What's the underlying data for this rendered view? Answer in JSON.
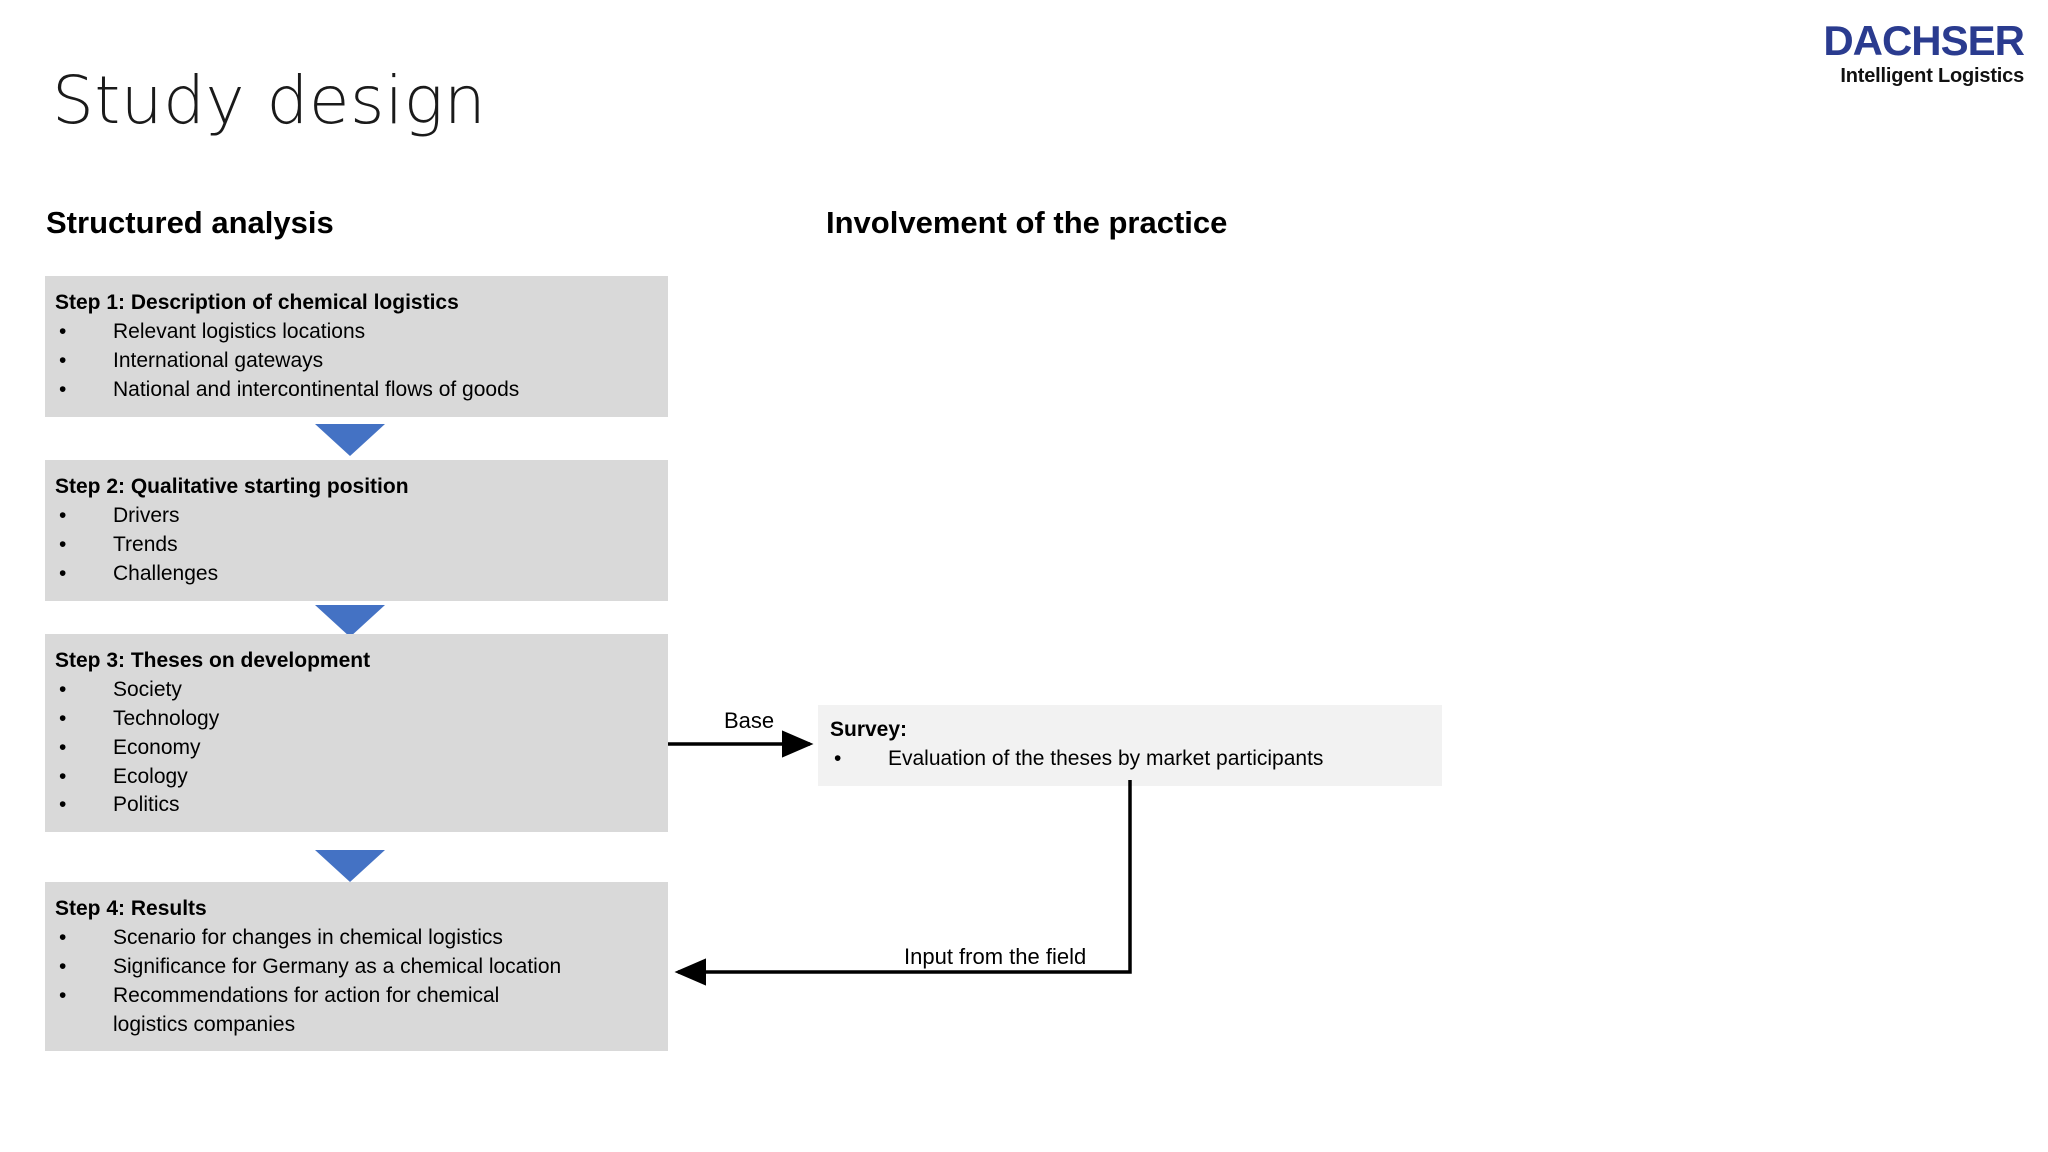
{
  "brand": {
    "name": "DACHSER",
    "tagline": "Intelligent Logistics",
    "color": "#2a3b8f"
  },
  "slide": {
    "title": "Study design"
  },
  "columns": {
    "left_heading": "Structured analysis",
    "right_heading": "Involvement of the practice"
  },
  "colors": {
    "step_box_fill": "#d9d9d9",
    "survey_box_fill": "#f2f2f2",
    "arrow_blue": "#4472c4",
    "connector_black": "#000000"
  },
  "steps": [
    {
      "title": "Step 1: Description of chemical logistics",
      "bullets": [
        "Relevant logistics locations",
        "International gateways",
        "National and intercontinental flows of goods"
      ]
    },
    {
      "title": "Step 2: Qualitative starting position",
      "bullets": [
        "Drivers",
        "Trends",
        "Challenges"
      ]
    },
    {
      "title": "Step 3: Theses on development",
      "bullets": [
        "Society",
        "Technology",
        "Economy",
        "Ecology",
        "Politics"
      ]
    },
    {
      "title": "Step 4: Results",
      "bullets": [
        "Scenario for changes in chemical logistics",
        "Significance for Germany as a chemical location",
        "Recommendations for action for chemical"
      ],
      "continuation": "logistics companies"
    }
  ],
  "survey": {
    "title": "Survey:",
    "bullets": [
      "Evaluation of the theses by market participants"
    ]
  },
  "connectors": {
    "base_label": "Base",
    "input_label": "Input from the field"
  },
  "bullet_glyph": "•"
}
